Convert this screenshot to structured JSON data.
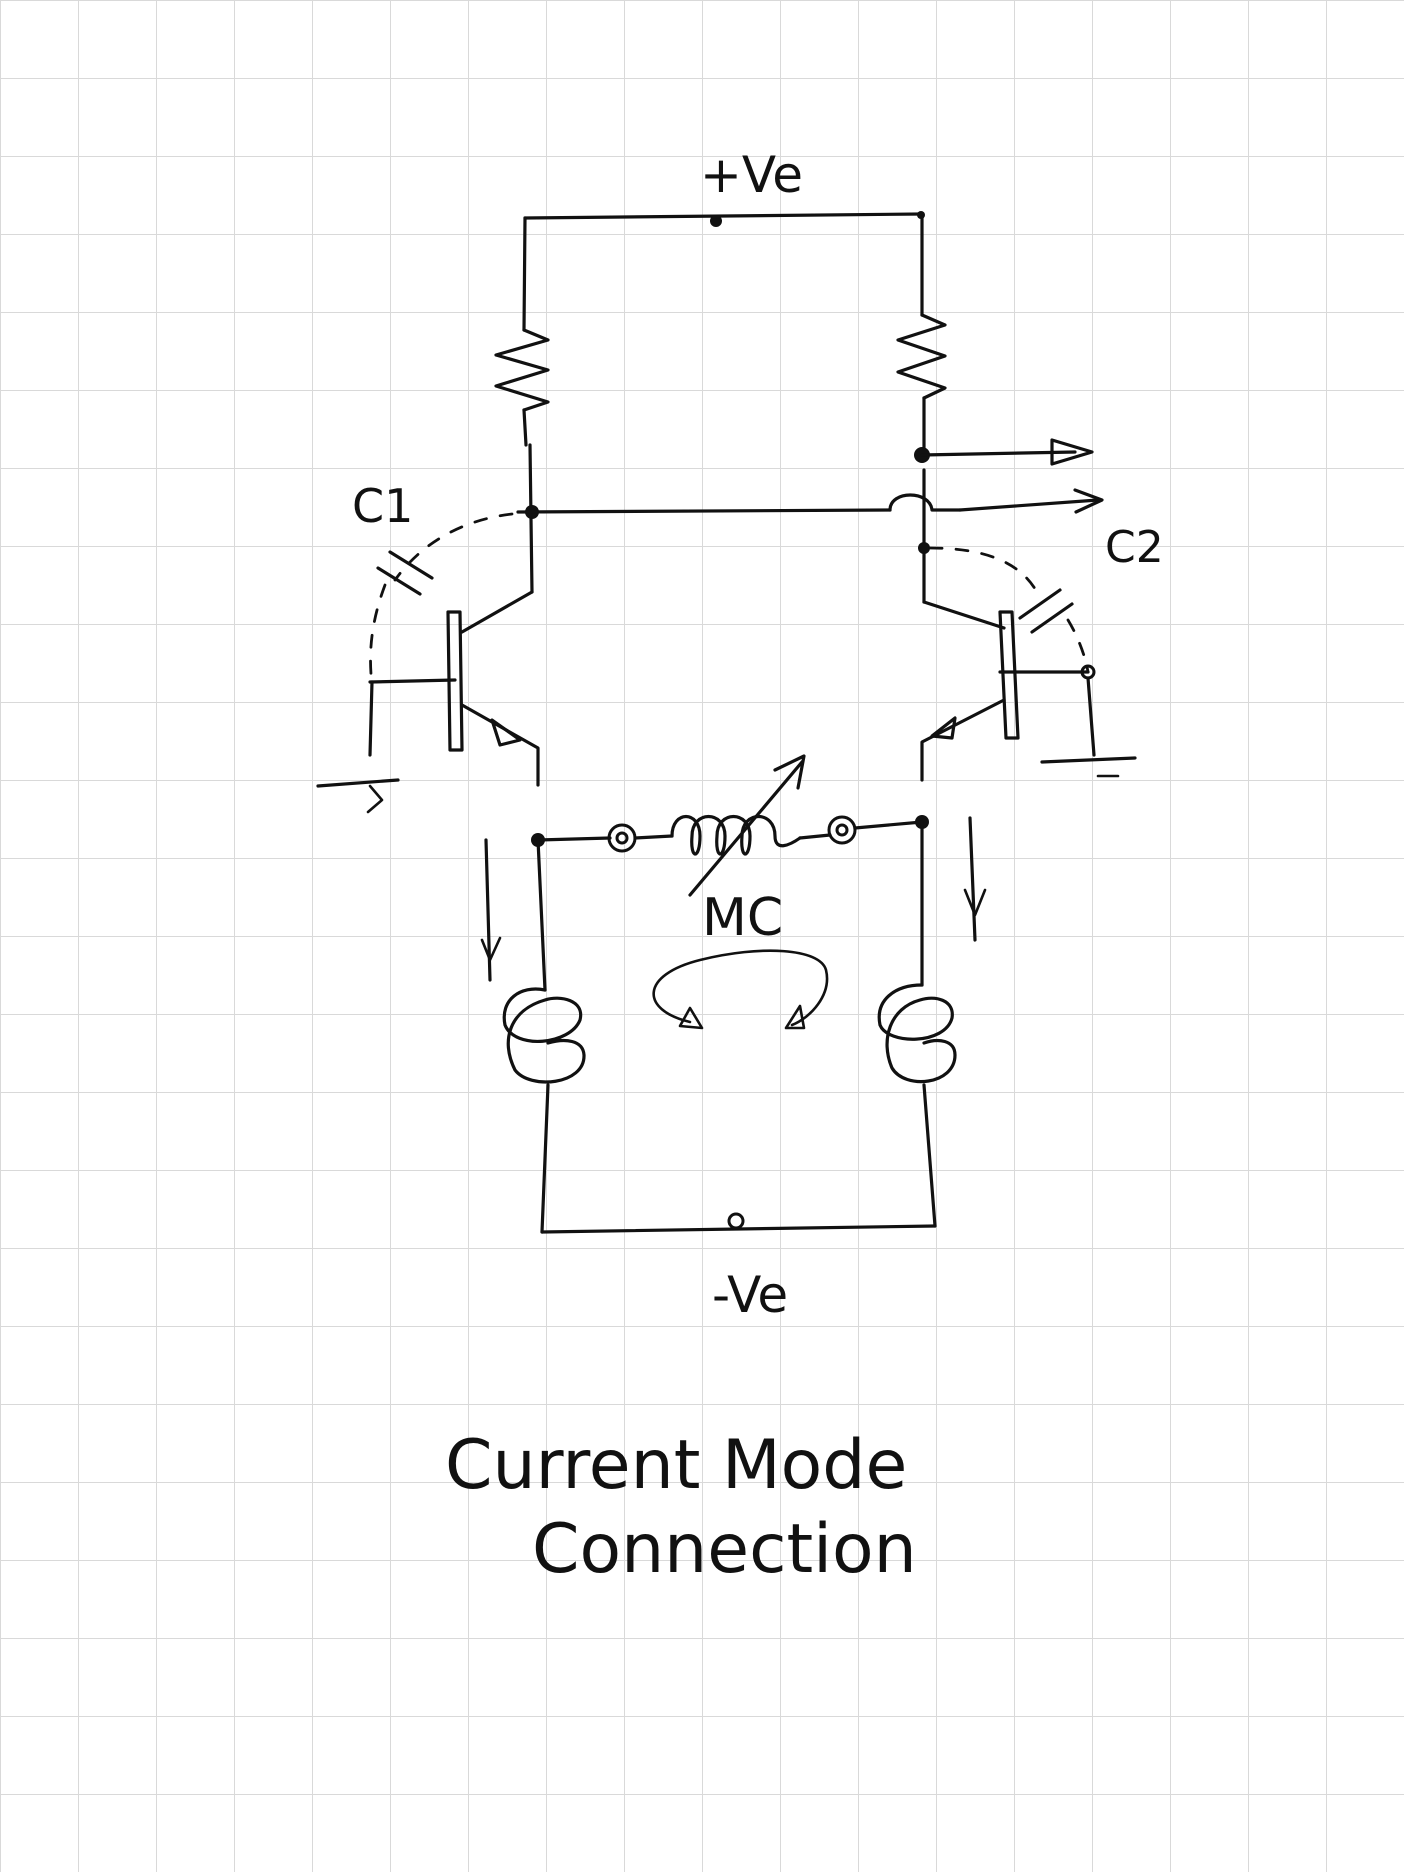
{
  "labels": {
    "supply_positive": "+Ve",
    "supply_negative": "-Ve",
    "capacitor_left": "C1",
    "capacitor_right": "C2",
    "coil_label": "MC"
  },
  "title": {
    "line1": "Current Mode",
    "line2": "Connection"
  },
  "colors": {
    "ink": "#111111",
    "grid": "#d9d9d9",
    "paper": "#ffffff"
  }
}
